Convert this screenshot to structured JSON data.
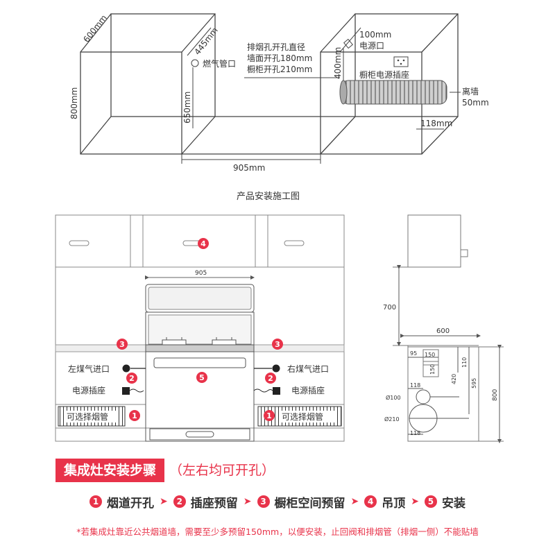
{
  "top": {
    "dim_600": "600mm",
    "dim_800": "800mm",
    "dim_445": "445mm",
    "gas_pipe": "燃气管口",
    "dim_650": "650mm",
    "exhaust_label_1": "排烟孔开孔直径",
    "exhaust_label_2": "墙面开孔180mm",
    "exhaust_label_3": "橱柜开孔210mm",
    "dim_100": "100mm",
    "power_port": "电源口",
    "dim_400": "400mm",
    "cabinet_socket": "橱柜电源插座",
    "wall_off_1": "离墙",
    "wall_off_2": "50mm",
    "dim_118": "118mm",
    "dim_905": "905mm"
  },
  "diagram_title": "产品安装施工图",
  "front": {
    "dim_905": "905",
    "left_gas": "左煤气进口",
    "right_gas": "右煤气进口",
    "left_socket": "电源插座",
    "right_socket": "电源插座",
    "left_pipe": "可选择烟管",
    "right_pipe": "可选择烟管",
    "markers": [
      "4",
      "3",
      "3",
      "2",
      "2",
      "5",
      "1",
      "1"
    ]
  },
  "side": {
    "dim_700": "700",
    "dim_600": "600",
    "dim_95": "95",
    "dim_150a": "150",
    "dim_150b": "150",
    "dim_110": "110",
    "dim_420": "420",
    "dim_595": "595",
    "dim_800": "800",
    "dim_118a": "118",
    "dim_118b": "118",
    "dia_100": "Ø100",
    "dia_210": "Ø210"
  },
  "steps_title": "集成灶安装步骤",
  "steps_subtitle": "（左右均可开孔）",
  "steps": [
    {
      "num": "1",
      "label": "烟道开孔"
    },
    {
      "num": "2",
      "label": "插座预留"
    },
    {
      "num": "3",
      "label": "橱柜空间预留"
    },
    {
      "num": "4",
      "label": "吊顶"
    },
    {
      "num": "5",
      "label": "安装"
    }
  ],
  "note": "*若集成灶靠近公共烟道墙，需要至少多预留150mm，以便安装，止回阀和排烟管（排烟一侧）不能贴墙",
  "colors": {
    "accent": "#e8334a",
    "line": "#555555",
    "text": "#333333"
  }
}
